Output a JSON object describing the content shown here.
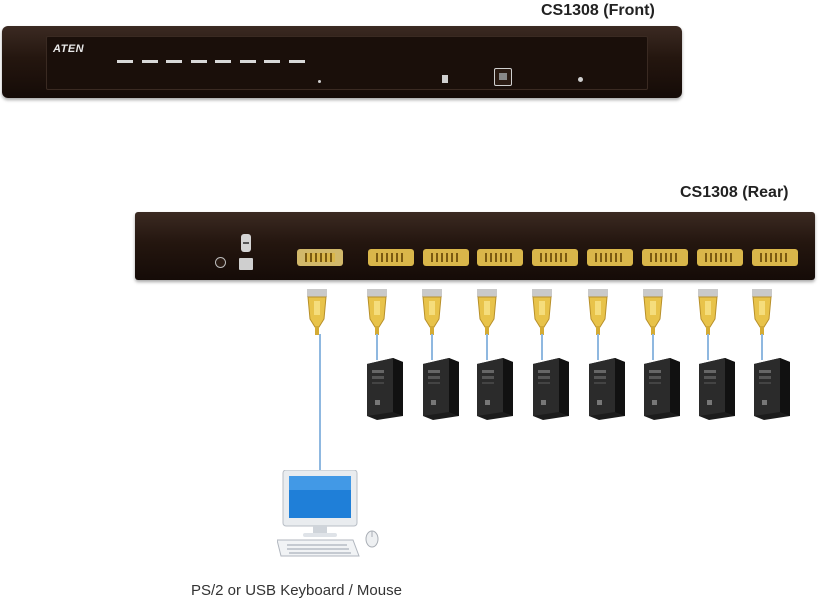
{
  "front_unit": {
    "title": "CS1308 (Front)",
    "brand": "ATEN",
    "led_count": 8
  },
  "rear_unit": {
    "title": "CS1308 (Rear)",
    "console_port_count": 1,
    "kvm_port_count": 8
  },
  "console": {
    "caption": "PS/2 or USB Keyboard / Mouse"
  },
  "computers": {
    "count": 8
  },
  "colors": {
    "unit_body": "#24160f",
    "connector": "#d9b64a",
    "cable_line": "#8fb8e0",
    "monitor_screen": "#1f7fd8"
  },
  "icons": [
    "monitor-icon",
    "keyboard-icon",
    "mouse-icon",
    "computer-tower-icon",
    "vga-cable-icon"
  ]
}
